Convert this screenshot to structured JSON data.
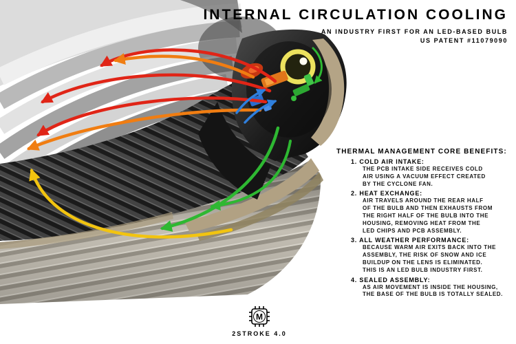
{
  "header": {
    "title": "INTERNAL CIRCULATION COOLING",
    "subtitle_line1": "AN INDUSTRY FIRST FOR AN LED-BASED BULB",
    "subtitle_line2": "US PATENT #11079090"
  },
  "benefits": {
    "heading": "THERMAL MANAGEMENT CORE BENEFITS:",
    "items": [
      {
        "label": "1. COLD AIR INTAKE:",
        "body": "THE PCB INTAKE SIDE RECEIVES COLD\nAIR USING A VACUUM EFFECT CREATED\nBY THE CYCLONE FAN."
      },
      {
        "label": "2. HEAT EXCHANGE:",
        "body": "AIR TRAVELS AROUND THE REAR HALF\nOF THE BULB AND THEN EXHAUSTS FROM\nTHE RIGHT HALF OF THE BULB INTO THE\nHOUSING, REMOVING HEAT FROM THE\nLED CHIPS AND PCB ASSEMBLY."
      },
      {
        "label": "3. ALL WEATHER PERFORMANCE:",
        "body": "BECAUSE WARM AIR EXITS BACK INTO THE\nASSEMBLY, THE RISK OF SNOW AND ICE\nBUILDUP ON THE LENS IS ELIMINATED.\nTHIS IS AN LED BULB INDUSTRY FIRST."
      },
      {
        "label": "4. SEALED ASSEMBLY:",
        "body": "AS AIR MOVEMENT IS INSIDE THE HOUSING,\nTHE BASE OF THE BULB IS TOTALLY SEALED."
      }
    ]
  },
  "footer": {
    "logo_letter": "M",
    "brand": "2STROKE 4.0"
  },
  "illustration": {
    "airflow_colors": {
      "hot_exhaust_red": "#e02517",
      "warm_orange": "#f07d12",
      "return_yellow": "#f2c410",
      "cool_green": "#2eb832",
      "intake_blue": "#2f7fdd"
    },
    "fan_glow_color": "#ece25e",
    "rim_tan_color": "#b1a183"
  },
  "colors": {
    "background": "#ffffff",
    "text": "#000000"
  }
}
